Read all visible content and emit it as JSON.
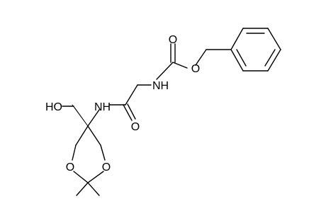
{
  "molecule": {
    "atom_labels": [
      {
        "id": "o-carbonyl-carbamate",
        "text": "O"
      },
      {
        "id": "o-ester",
        "text": "O"
      },
      {
        "id": "nh-carbamate",
        "text": "NH"
      },
      {
        "id": "nh-amide",
        "text": "NH"
      },
      {
        "id": "o-carbonyl-amide",
        "text": "O"
      },
      {
        "id": "oh-hydroxymethyl",
        "text": "HO"
      },
      {
        "id": "o-ring-left",
        "text": "O"
      },
      {
        "id": "o-ring-right",
        "text": "O"
      }
    ],
    "colors": {
      "bond": "#000000",
      "background": "#ffffff"
    }
  }
}
